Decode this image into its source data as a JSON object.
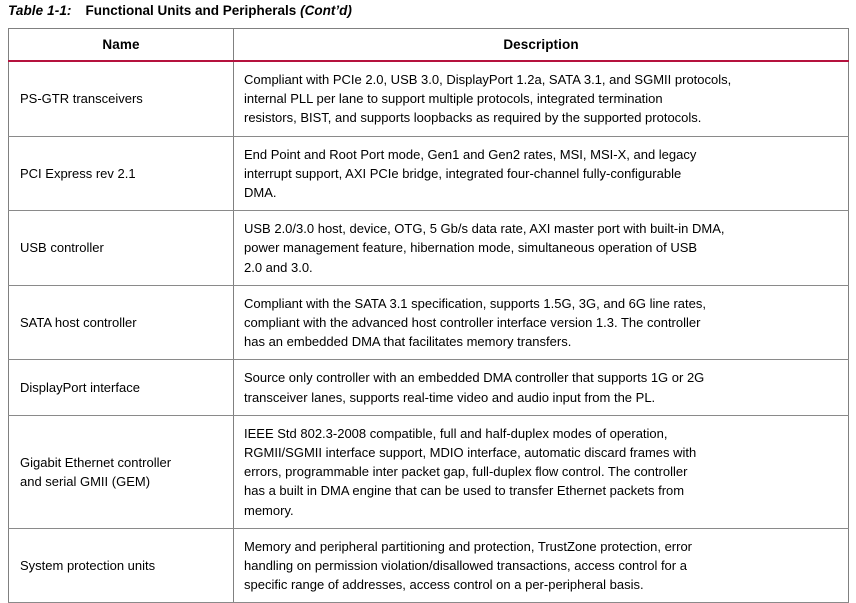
{
  "caption": {
    "label": "Table 1-1:",
    "title": "Functional Units and Peripherals",
    "continued": "(Cont’d)"
  },
  "colors": {
    "header_rule": "#b5123e",
    "grid": "#8a8a8a",
    "text": "#000000"
  },
  "table": {
    "headers": {
      "name": "Name",
      "description": "Description"
    },
    "rows": [
      {
        "name_lines": [
          "PS-GTR transceivers"
        ],
        "desc_lines": [
          "Compliant with PCIe 2.0, USB 3.0, DisplayPort 1.2a, SATA 3.1, and SGMII protocols,",
          "internal PLL per lane to support multiple protocols, integrated termination",
          "resistors, BIST, and supports loopbacks as required by the supported protocols."
        ]
      },
      {
        "name_lines": [
          "PCI Express rev 2.1"
        ],
        "desc_lines": [
          "End Point and Root Port mode, Gen1 and Gen2 rates, MSI, MSI-X, and legacy",
          "interrupt support, AXI PCIe bridge, integrated four-channel fully-configurable",
          "DMA."
        ]
      },
      {
        "name_lines": [
          "USB controller"
        ],
        "desc_lines": [
          "USB 2.0/3.0 host, device, OTG, 5 Gb/s data rate, AXI master port with built-in DMA,",
          "power management feature, hibernation mode, simultaneous operation of USB",
          "2.0 and 3.0."
        ]
      },
      {
        "name_lines": [
          "SATA host controller"
        ],
        "desc_lines": [
          "Compliant with the SATA 3.1 specification, supports 1.5G, 3G, and 6G line rates,",
          "compliant with the advanced host controller interface version 1.3. The controller",
          "has an embedded DMA that facilitates memory transfers."
        ]
      },
      {
        "name_lines": [
          "DisplayPort interface"
        ],
        "desc_lines": [
          "Source only controller with an embedded DMA controller that supports 1G or 2G",
          "transceiver lanes, supports real-time video and audio input from the PL."
        ]
      },
      {
        "name_lines": [
          "Gigabit Ethernet controller",
          "and serial GMII (GEM)"
        ],
        "desc_lines": [
          "IEEE Std 802.3-2008 compatible, full and half-duplex modes of operation,",
          "RGMII/SGMII interface support, MDIO interface, automatic discard frames with",
          "errors, programmable inter packet gap, full-duplex flow control. The controller",
          "has a built in DMA engine that can be used to transfer Ethernet packets from",
          "memory."
        ]
      },
      {
        "name_lines": [
          "System protection units"
        ],
        "desc_lines": [
          "Memory and peripheral partitioning and protection, TrustZone protection, error",
          "handling on permission violation/disallowed transactions, access control for a",
          "specific range of addresses, access control on a per-peripheral basis."
        ]
      }
    ]
  }
}
